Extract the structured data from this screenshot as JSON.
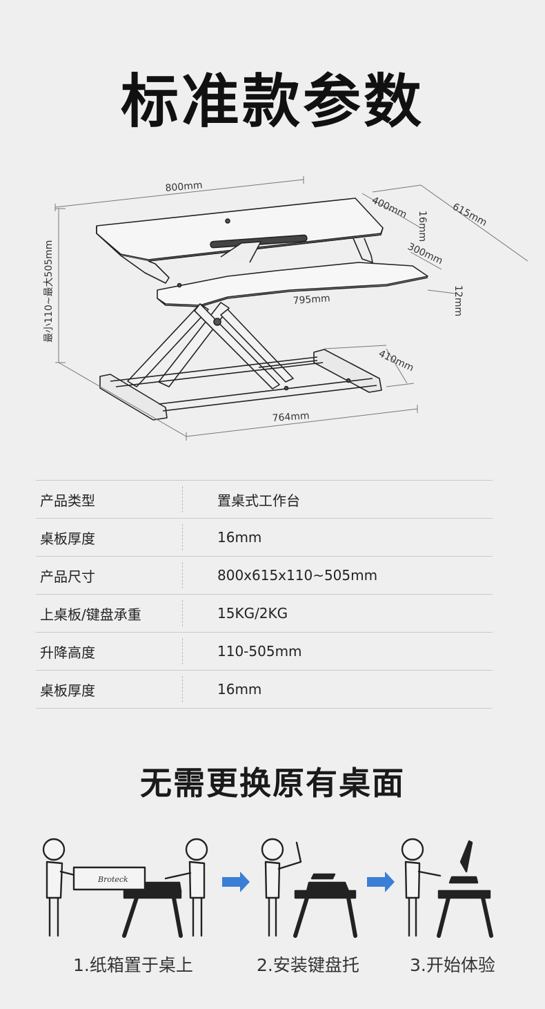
{
  "title": "标准款参数",
  "diagram": {
    "dim_width": "800mm",
    "dim_depth_top": "400mm",
    "dim_thickness_top": "16mm",
    "dim_depth_total": "615mm",
    "dim_keyboard_depth": "300mm",
    "dim_keyboard_width": "795mm",
    "dim_keyboard_thickness": "12mm",
    "dim_base_depth": "410mm",
    "dim_base_width": "764mm",
    "dim_height": "最小110~最大505mm"
  },
  "specs": [
    {
      "key": "产品类型",
      "value": "置桌式工作台"
    },
    {
      "key": "桌板厚度",
      "value": "16mm"
    },
    {
      "key": "产品尺寸",
      "value": "800x615x110~505mm"
    },
    {
      "key": "上桌板/键盘承重",
      "value": "15KG/2KG"
    },
    {
      "key": "升降高度",
      "value": "110-505mm"
    },
    {
      "key": "桌板厚度",
      "value": "16mm"
    }
  ],
  "subtitle": "无需更换原有桌面",
  "steps": [
    {
      "label": "1.纸箱置于桌上"
    },
    {
      "label": "2.安装键盘托"
    },
    {
      "label": "3.开始体验"
    }
  ],
  "box_brand": "Broteck"
}
